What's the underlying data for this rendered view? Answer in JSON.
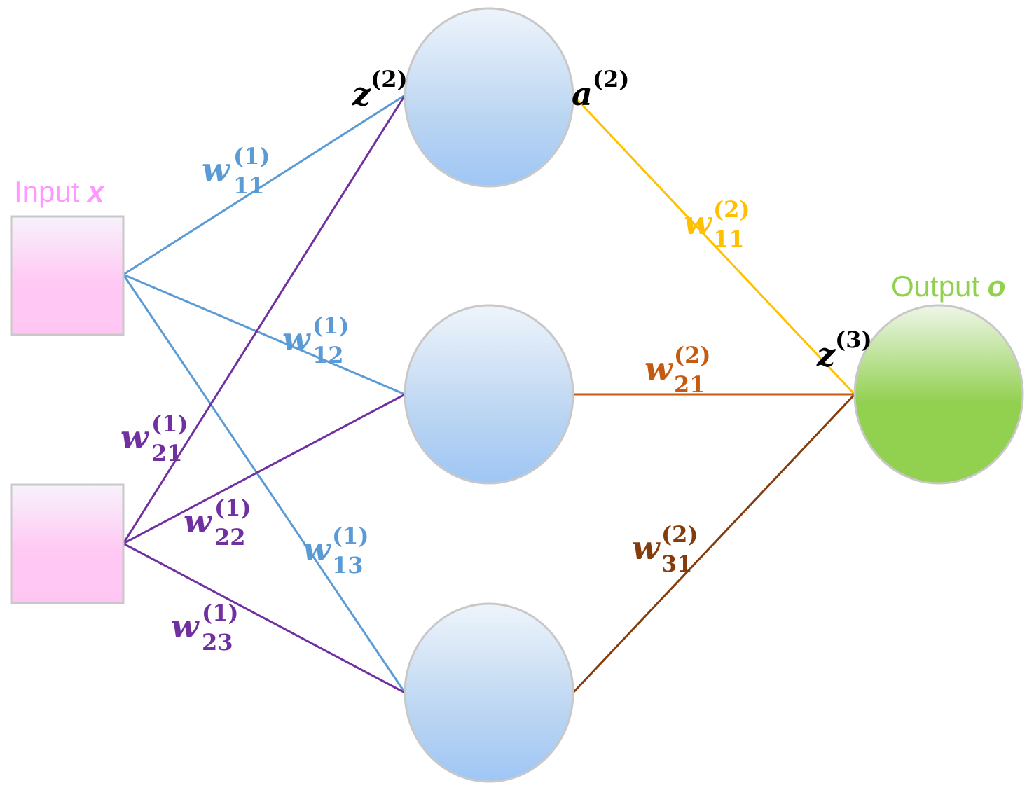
{
  "input_label": {
    "prefix": "Input ",
    "variable": "x"
  },
  "output_label": {
    "prefix": "Output ",
    "variable": "o"
  },
  "colors": {
    "input_weights": "#5b9bd5",
    "input2_weights": "#7030a0",
    "w11_2": "#ffc000",
    "w21_2": "#c55a11",
    "w31_2": "#843c0c",
    "input_label": "#ff99ff",
    "output_label": "#92d050",
    "node_stroke": "#c8c8c8",
    "input_box_fill": "#ffccf5",
    "hidden_node_fill": "#9dc3f0",
    "output_node_fill": "#92d050"
  },
  "activations": {
    "z2": {
      "base": "z",
      "sup": "(2)"
    },
    "a2": {
      "base": "a",
      "sup": "(2)"
    },
    "z3": {
      "base": "z",
      "sup": "(3)"
    }
  },
  "weights": {
    "w11_1": {
      "base": "w",
      "sup": "(1)",
      "sub": "11"
    },
    "w12_1": {
      "base": "w",
      "sup": "(1)",
      "sub": "12"
    },
    "w13_1": {
      "base": "w",
      "sup": "(1)",
      "sub": "13"
    },
    "w21_1": {
      "base": "w",
      "sup": "(1)",
      "sub": "21"
    },
    "w22_1": {
      "base": "w",
      "sup": "(1)",
      "sub": "22"
    },
    "w23_1": {
      "base": "w",
      "sup": "(1)",
      "sub": "23"
    },
    "w11_2": {
      "base": "w",
      "sup": "(2)",
      "sub": "11"
    },
    "w21_2": {
      "base": "w",
      "sup": "(2)",
      "sub": "21"
    },
    "w31_2": {
      "base": "w",
      "sup": "(2)",
      "sub": "31"
    }
  }
}
